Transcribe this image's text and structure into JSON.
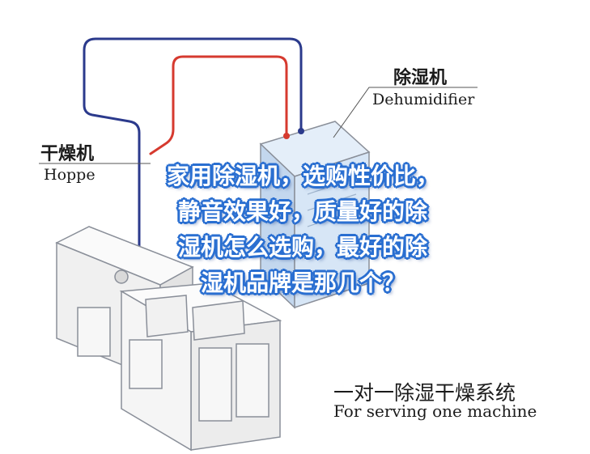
{
  "labels": {
    "dehumidifier_cn": "除湿机",
    "dehumidifier_en": "Dehumidifier",
    "hopper_cn": "干燥机",
    "hopper_en": "Hoppe"
  },
  "caption": {
    "cn": "一对一除湿干燥系统",
    "en": "For serving one machine"
  },
  "overlay_title": {
    "line1": "家用除湿机，选购性价比，",
    "line2": "静音效果好，质量好的除",
    "line3": "湿机怎么选购，最好的除",
    "line4": "湿机品牌是那几个？"
  },
  "colors": {
    "pipe_supply": "#d63a2f",
    "pipe_return": "#2b3a8c",
    "dehumidifier_body": "#cfe0f3",
    "machine_body": "#f4f4f4",
    "outline": "#8a8f99",
    "title_stroke": "#2a6fd1"
  }
}
